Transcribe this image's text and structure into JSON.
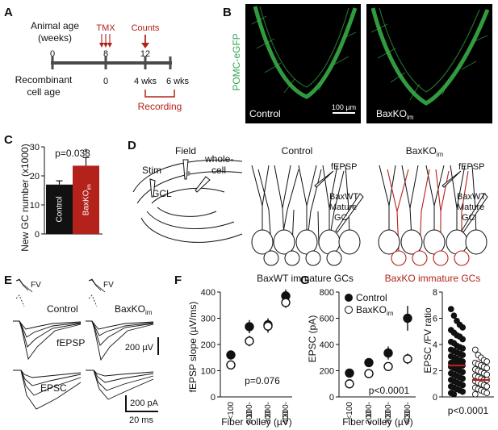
{
  "panel_labels": {
    "a": "A",
    "b": "B",
    "c": "C",
    "d": "D",
    "e": "E",
    "f": "F",
    "g": "G"
  },
  "colors": {
    "red": "#b3221b",
    "green": "#39b54a",
    "black": "#111111"
  },
  "panel_a": {
    "animal_age_line1": "Animal age",
    "animal_age_line2": "(weeks)",
    "ticks_top": [
      "0",
      "8",
      "12"
    ],
    "tmx": "TMX",
    "counts": "Counts",
    "recombinant_line1": "Recombinant",
    "recombinant_line2": "cell age",
    "ticks_bottom": [
      "0",
      "4 wks",
      "6 wks"
    ],
    "recording": "Recording"
  },
  "panel_b": {
    "ylabel": "POMC-eGFP",
    "left_label": "Control",
    "scale": "100 µm",
    "right_label_main": "BaxKO",
    "right_label_sub": "im"
  },
  "panel_d": {
    "stim": "Stim",
    "field": "Field",
    "whole_line1": "whole-",
    "whole_line2": "cell",
    "gcl": "GCL",
    "control": "Control",
    "baxko_main": "BaxKO",
    "baxko_sub": "im",
    "fepsp": "fEPSP",
    "mature_line1": "BaxWT",
    "mature_line2": "Mature",
    "mature_line3": "GC",
    "baxwt_immature": "BaxWT immature GCs",
    "baxko_immature": "BaxKO immature GCs"
  },
  "panel_e": {
    "fv": "FV",
    "control": "Control",
    "baxko_main": "BaxKO",
    "baxko_sub": "im",
    "fepsp": "fEPSP",
    "epsc": "EPSC",
    "scale_uv": "200 µV",
    "scale_pa": "200 pA",
    "scale_ms": "20 ms"
  },
  "chart_data": [
    {
      "type": "bar",
      "panel": "C",
      "ylabel": "New GC number (x1000)",
      "ylim": [
        0,
        30
      ],
      "yticks": [
        "0",
        "10",
        "20",
        "30"
      ],
      "categories": [
        "Control",
        "BaxKO"
      ],
      "category_sub": [
        "",
        "im"
      ],
      "values": [
        17,
        23.5
      ],
      "errors": [
        1.3,
        2.8
      ],
      "bar_colors": [
        "#111111",
        "#b3221b"
      ],
      "pvalue": "p=0.038",
      "significance": "*"
    },
    {
      "type": "scatter",
      "panel": "F",
      "ylabel": "fEPSP slope (µV/ms)",
      "xlabel": "Fiber volley (µV)",
      "ylim": [
        0,
        400
      ],
      "yticks": [
        "0",
        "100",
        "200",
        "300",
        "400"
      ],
      "categories": [
        [
          "<100"
        ],
        [
          "100-",
          "200"
        ],
        [
          "200-",
          "300"
        ],
        [
          "300-",
          "400"
        ]
      ],
      "series": [
        {
          "values": [
            160,
            268,
            275,
            385
          ],
          "errors": [
            15,
            25,
            25,
            25
          ],
          "fill": "filled"
        },
        {
          "values": [
            122,
            213,
            270,
            360
          ],
          "errors": [
            10,
            20,
            25,
            20
          ],
          "fill": "open"
        }
      ],
      "pvalue": "p=0.076"
    },
    {
      "type": "scatter",
      "panel": "G",
      "ylabel": "EPSC (pA)",
      "xlabel": "Fiber volley (µV)",
      "ylim": [
        0,
        800
      ],
      "yticks": [
        "0",
        "200",
        "400",
        "600",
        "800"
      ],
      "categories": [
        [
          "<100"
        ],
        [
          "100-",
          "200"
        ],
        [
          "200-",
          "300"
        ],
        [
          "300-",
          "400"
        ]
      ],
      "series": [
        {
          "name": "Control",
          "values": [
            182,
            262,
            335,
            600
          ],
          "errors": [
            20,
            30,
            50,
            95
          ],
          "fill": "filled"
        },
        {
          "name": "BaxKO",
          "name_sub": "im",
          "values": [
            100,
            178,
            232,
            290
          ],
          "errors": [
            12,
            18,
            25,
            40
          ],
          "fill": "open"
        }
      ],
      "pvalue": "p<0.0001"
    },
    {
      "type": "scatter",
      "panel": "G-right",
      "ylabel": "EPSC /FV ratio",
      "ylim": [
        0,
        8
      ],
      "yticks": [
        "0",
        "2",
        "4",
        "6",
        "8"
      ],
      "series": [
        {
          "name": "Control",
          "median": 2.4,
          "fill": "filled",
          "values": [
            6.7,
            6.2,
            5.8,
            5.5,
            5.3,
            5.1,
            4.9,
            4.7,
            4.6,
            4.4,
            4.2,
            4.1,
            3.9,
            3.8,
            3.7,
            3.6,
            3.5,
            3.4,
            3.3,
            3.2,
            3.1,
            3.0,
            2.9,
            2.8,
            2.7,
            2.6,
            2.6,
            2.5,
            2.4,
            2.4,
            2.3,
            2.2,
            2.1,
            2.0,
            1.9,
            1.8,
            1.7,
            1.6,
            1.5,
            1.4,
            1.3,
            1.2,
            1.1,
            1.0,
            0.9,
            0.8,
            0.7,
            0.6,
            0.5,
            0.4,
            0.3,
            0.2
          ]
        },
        {
          "name": "BaxKO",
          "median": 1.3,
          "fill": "open",
          "values": [
            3.6,
            3.2,
            3.0,
            2.8,
            2.7,
            2.6,
            2.5,
            2.4,
            2.3,
            2.2,
            2.1,
            2.0,
            1.9,
            1.8,
            1.7,
            1.6,
            1.5,
            1.4,
            1.3,
            1.3,
            1.2,
            1.1,
            1.0,
            0.9,
            0.8,
            0.7,
            0.6,
            0.5,
            0.4,
            0.3,
            0.2
          ]
        }
      ],
      "pvalue": "p<0.0001"
    }
  ]
}
